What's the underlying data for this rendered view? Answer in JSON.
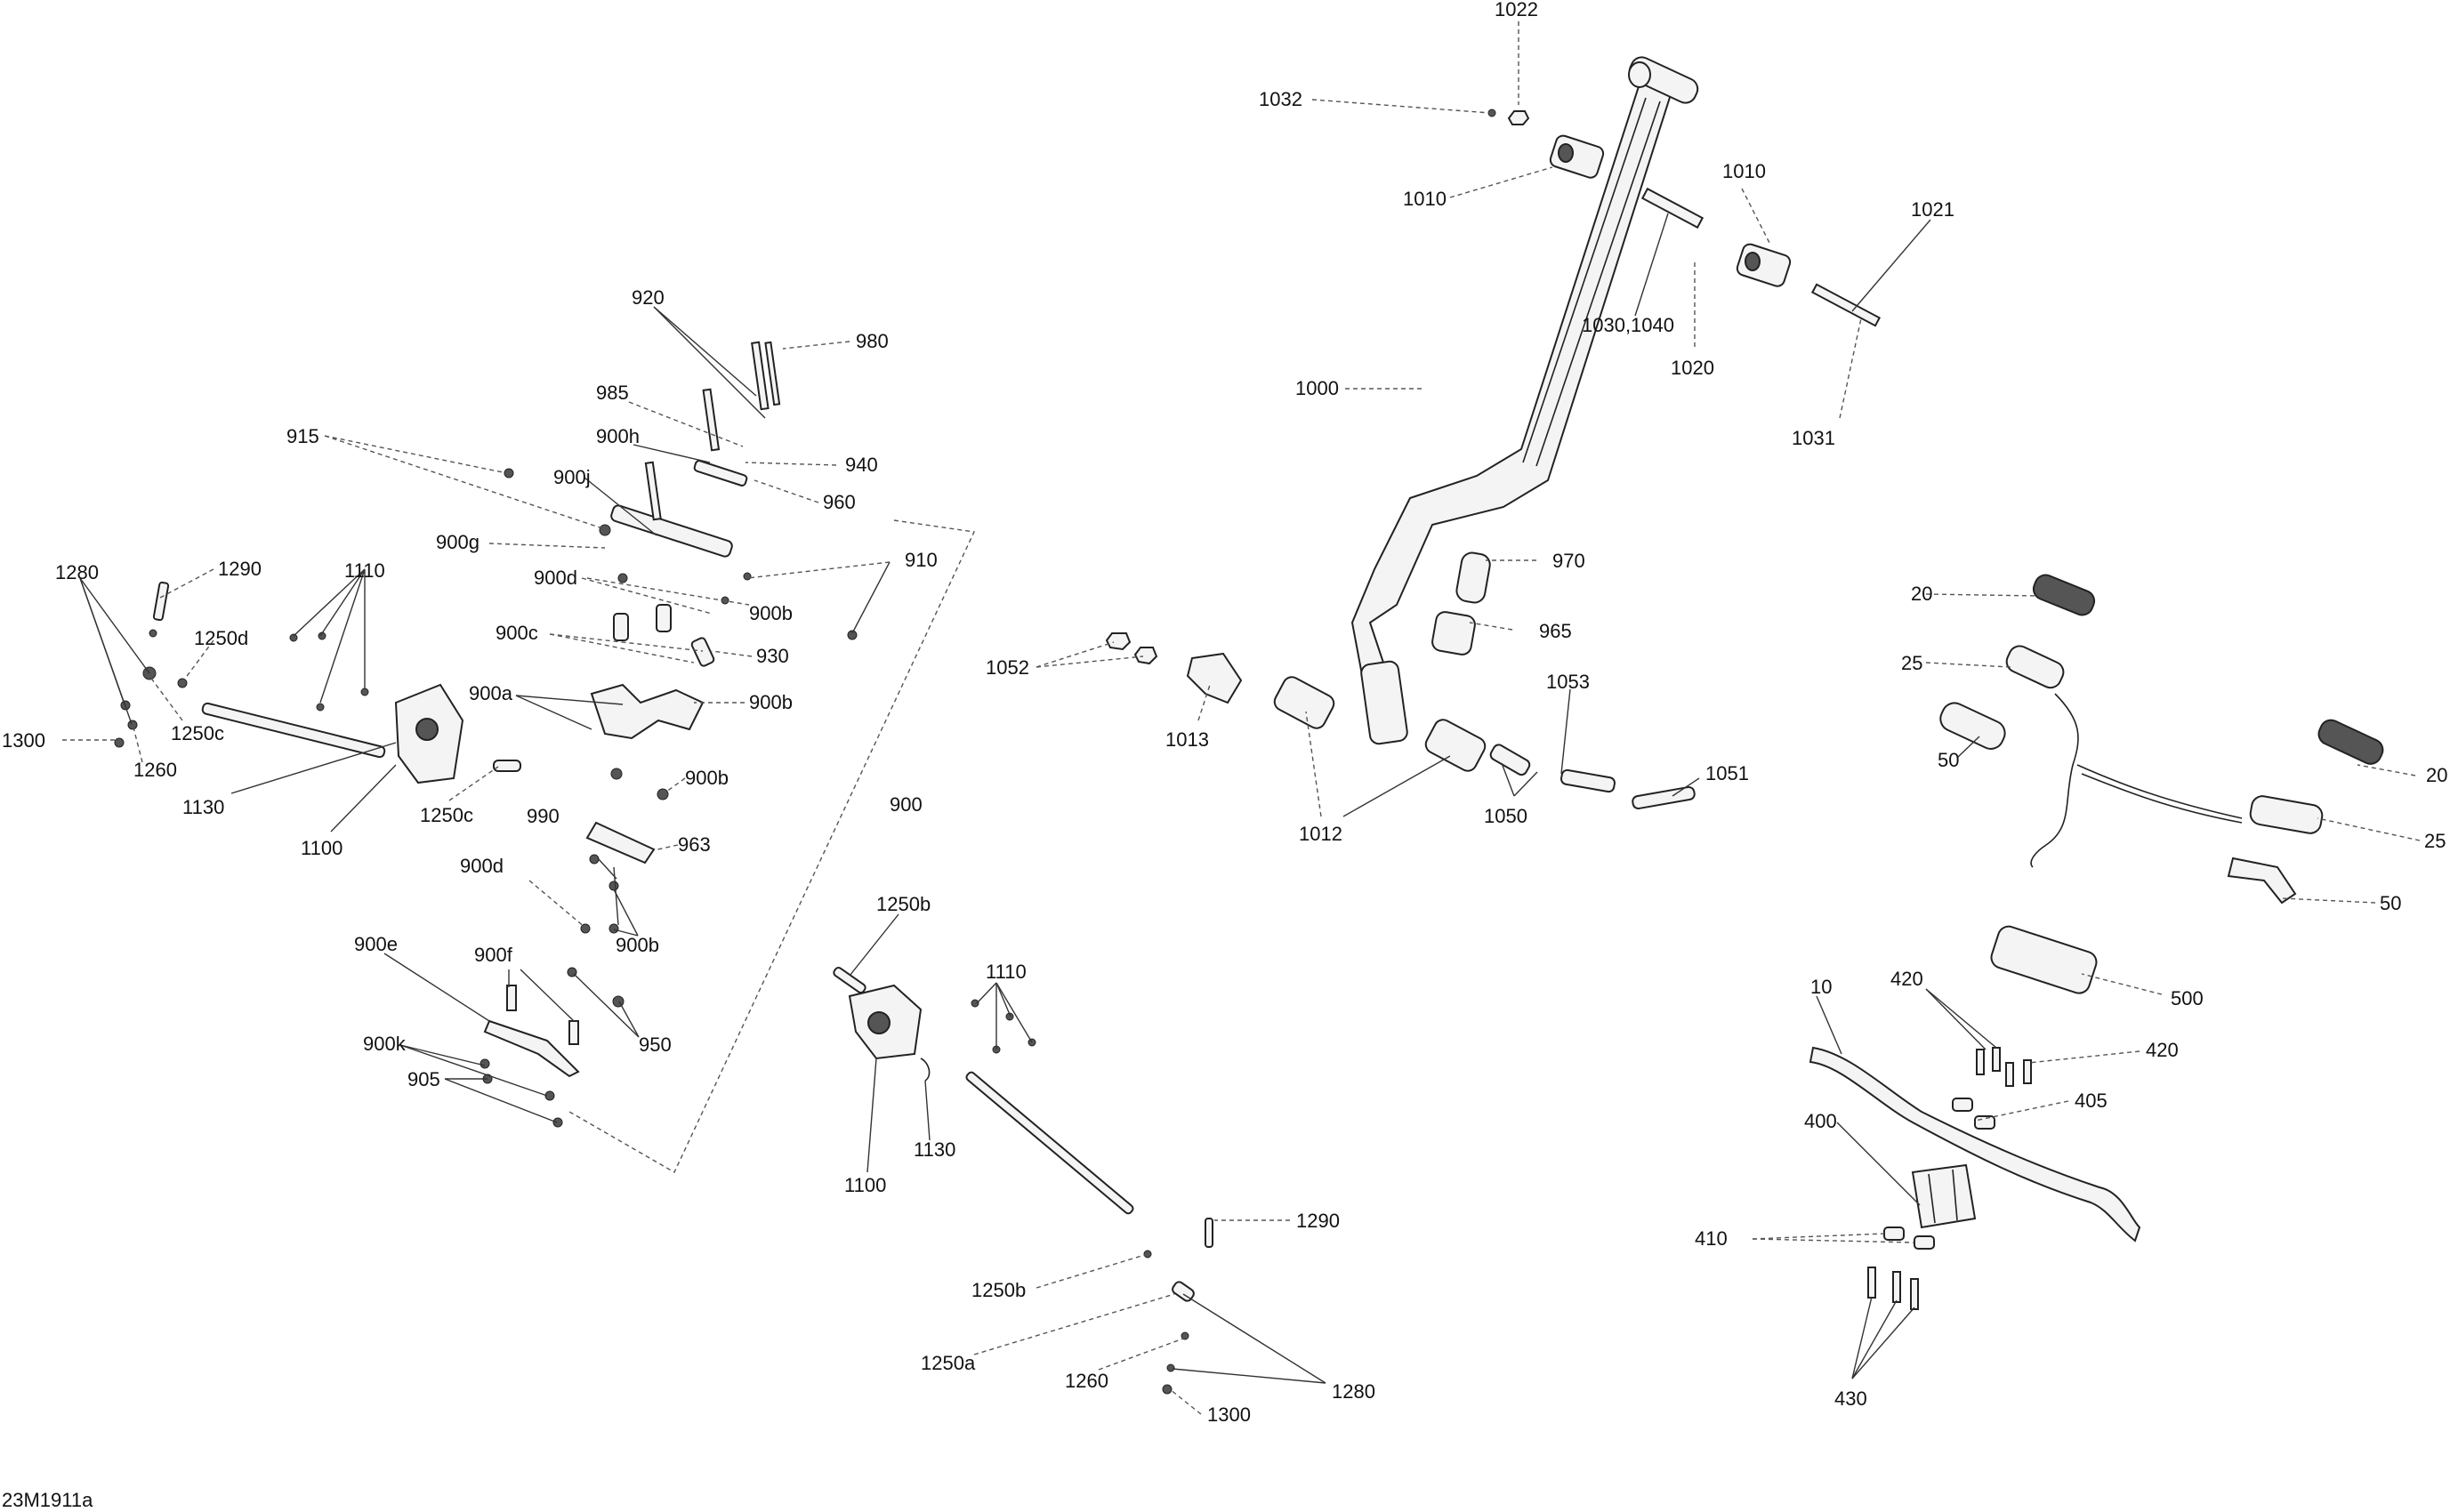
{
  "figure_code": "23M1911a",
  "callouts": [
    {
      "id": "1022",
      "text": "1022"
    },
    {
      "id": "1032",
      "text": "1032"
    },
    {
      "id": "1010a",
      "text": "1010"
    },
    {
      "id": "1010b",
      "text": "1010"
    },
    {
      "id": "1021",
      "text": "1021"
    },
    {
      "id": "1030_1040",
      "text": "1030,1040"
    },
    {
      "id": "1020",
      "text": "1020"
    },
    {
      "id": "1031",
      "text": "1031"
    },
    {
      "id": "1000",
      "text": "1000"
    },
    {
      "id": "970",
      "text": "970"
    },
    {
      "id": "965",
      "text": "965"
    },
    {
      "id": "1052",
      "text": "1052"
    },
    {
      "id": "1013",
      "text": "1013"
    },
    {
      "id": "1053",
      "text": "1053"
    },
    {
      "id": "1051",
      "text": "1051"
    },
    {
      "id": "1050",
      "text": "1050"
    },
    {
      "id": "1012",
      "text": "1012"
    },
    {
      "id": "920",
      "text": "920"
    },
    {
      "id": "980",
      "text": "980"
    },
    {
      "id": "985",
      "text": "985"
    },
    {
      "id": "915",
      "text": "915"
    },
    {
      "id": "900h",
      "text": "900h"
    },
    {
      "id": "940",
      "text": "940"
    },
    {
      "id": "900j",
      "text": "900j"
    },
    {
      "id": "960",
      "text": "960"
    },
    {
      "id": "900g",
      "text": "900g"
    },
    {
      "id": "910",
      "text": "910"
    },
    {
      "id": "900d_top",
      "text": "900d"
    },
    {
      "id": "900b_1",
      "text": "900b"
    },
    {
      "id": "900c",
      "text": "900c"
    },
    {
      "id": "930",
      "text": "930"
    },
    {
      "id": "900a",
      "text": "900a"
    },
    {
      "id": "900b_2",
      "text": "900b"
    },
    {
      "id": "900b_3",
      "text": "900b"
    },
    {
      "id": "900",
      "text": "900"
    },
    {
      "id": "990",
      "text": "990"
    },
    {
      "id": "963",
      "text": "963"
    },
    {
      "id": "900d_low",
      "text": "900d"
    },
    {
      "id": "900b_4",
      "text": "900b"
    },
    {
      "id": "900e",
      "text": "900e"
    },
    {
      "id": "900f",
      "text": "900f"
    },
    {
      "id": "950",
      "text": "950"
    },
    {
      "id": "900k",
      "text": "900k"
    },
    {
      "id": "905",
      "text": "905"
    },
    {
      "id": "1280_left",
      "text": "1280"
    },
    {
      "id": "1290_left",
      "text": "1290"
    },
    {
      "id": "1110_left",
      "text": "1110"
    },
    {
      "id": "1250d",
      "text": "1250d"
    },
    {
      "id": "1250c_a",
      "text": "1250c"
    },
    {
      "id": "1300_left",
      "text": "1300"
    },
    {
      "id": "1260_left",
      "text": "1260"
    },
    {
      "id": "1130_left",
      "text": "1130"
    },
    {
      "id": "1100_left",
      "text": "1100"
    },
    {
      "id": "1250c_b",
      "text": "1250c"
    },
    {
      "id": "1250b_top",
      "text": "1250b"
    },
    {
      "id": "1110_mid",
      "text": "1110"
    },
    {
      "id": "1130_mid",
      "text": "1130"
    },
    {
      "id": "1100_mid",
      "text": "1100"
    },
    {
      "id": "1290_low",
      "text": "1290"
    },
    {
      "id": "1250b_low",
      "text": "1250b"
    },
    {
      "id": "1250a",
      "text": "1250a"
    },
    {
      "id": "1260_low",
      "text": "1260"
    },
    {
      "id": "1280_low",
      "text": "1280"
    },
    {
      "id": "1300_low",
      "text": "1300"
    },
    {
      "id": "20_top",
      "text": "20"
    },
    {
      "id": "25_top",
      "text": "25"
    },
    {
      "id": "50_top",
      "text": "50"
    },
    {
      "id": "20_right",
      "text": "20"
    },
    {
      "id": "25_right",
      "text": "25"
    },
    {
      "id": "50_right",
      "text": "50"
    },
    {
      "id": "500",
      "text": "500"
    },
    {
      "id": "10",
      "text": "10"
    },
    {
      "id": "420_a",
      "text": "420"
    },
    {
      "id": "420_b",
      "text": "420"
    },
    {
      "id": "405",
      "text": "405"
    },
    {
      "id": "400",
      "text": "400"
    },
    {
      "id": "410",
      "text": "410"
    },
    {
      "id": "430",
      "text": "430"
    }
  ]
}
